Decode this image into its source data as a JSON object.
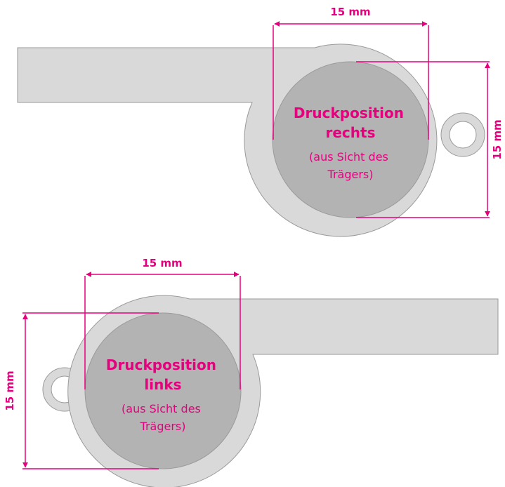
{
  "colors": {
    "body": "#d9d9d9",
    "body_stroke": "#9a9a9a",
    "print_area": "#b3b3b3",
    "accent": "#e6007e"
  },
  "top": {
    "width_label": "15 mm",
    "height_label": "15 mm",
    "title_line1": "Druckposition",
    "title_line2": "rechts",
    "note_line1": "(aus Sicht des",
    "note_line2": "Trägers)"
  },
  "bottom": {
    "width_label": "15 mm",
    "height_label": "15 mm",
    "title_line1": "Druckposition",
    "title_line2": "links",
    "note_line1": "(aus Sicht des",
    "note_line2": "Trägers)"
  }
}
